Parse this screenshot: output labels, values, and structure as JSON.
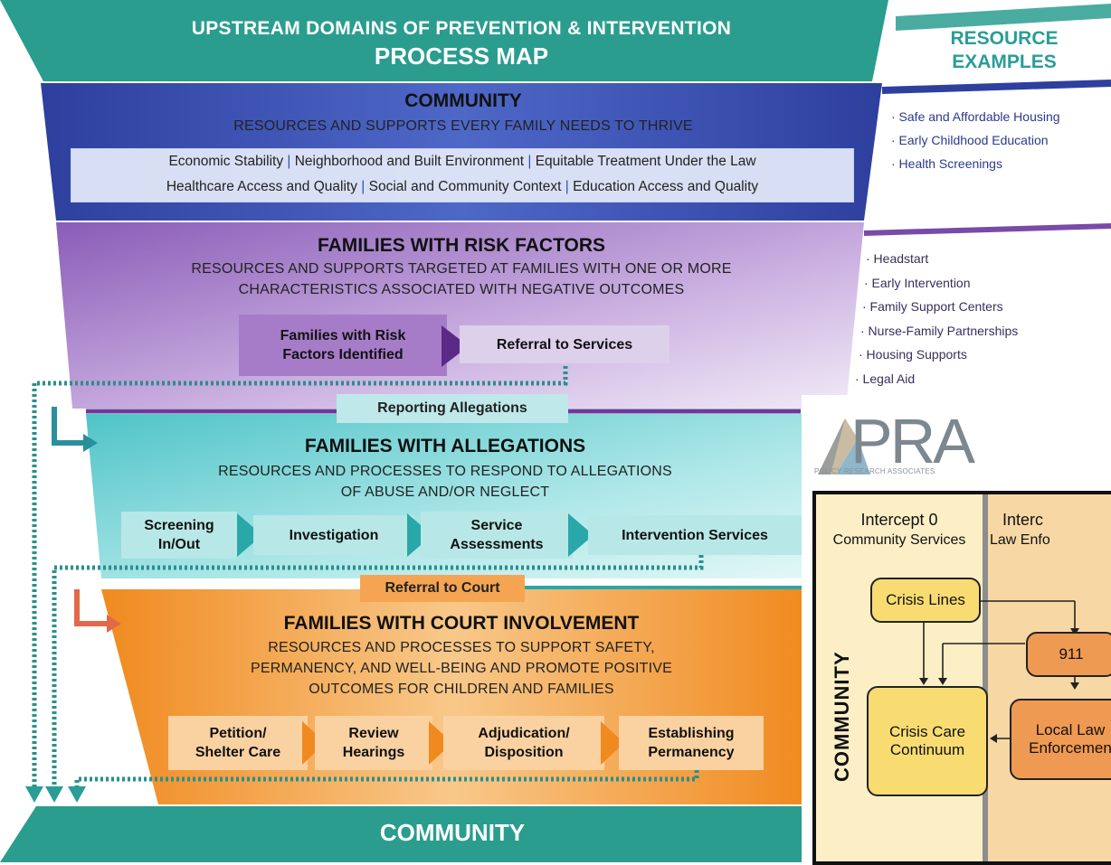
{
  "header": {
    "line1": "UPSTREAM DOMAINS OF PREVENTION & INTERVENTION",
    "line2": "PROCESS MAP"
  },
  "resources_header": {
    "line1": "RESOURCE",
    "line2": "EXAMPLES"
  },
  "community_top": {
    "title": "COMMUNITY",
    "subtitle": "RESOURCES AND SUPPORTS EVERY FAMILY NEEDS TO THRIVE",
    "domains_row1": [
      "Economic Stability",
      "Neighborhood and Built Environment",
      "Equitable Treatment Under the Law"
    ],
    "domains_row2": [
      "Healthcare Access and Quality",
      "Social and Community Context",
      "Education Access and Quality"
    ],
    "resources": [
      "· Safe and Affordable Housing",
      "· Early Childhood Education",
      "· Health Screenings"
    ]
  },
  "risk": {
    "title": "FAMILIES WITH RISK FACTORS",
    "subtitle1": "RESOURCES AND SUPPORTS TARGETED AT FAMILIES WITH ONE OR MORE",
    "subtitle2": "CHARACTERISTICS ASSOCIATED WITH NEGATIVE OUTCOMES",
    "step1_line1": "Families with Risk",
    "step1_line2": "Factors Identified",
    "step2": "Referral to Services",
    "resources": [
      "· Headstart",
      "· Early Intervention",
      "· Family Support Centers",
      "· Nurse-Family Partnerships",
      "· Housing Supports",
      "· Legal Aid"
    ]
  },
  "reporting_label": "Reporting Allegations",
  "allegations": {
    "title": "FAMILIES WITH ALLEGATIONS",
    "subtitle1": "RESOURCES AND PROCESSES TO RESPOND TO ALLEGATIONS",
    "subtitle2": "OF ABUSE AND/OR NEGLECT",
    "steps": [
      {
        "line1": "Screening",
        "line2": "In/Out"
      },
      {
        "line1": "Investigation",
        "line2": ""
      },
      {
        "line1": "Service",
        "line2": "Assessments"
      },
      {
        "line1": "Intervention Services",
        "line2": ""
      }
    ]
  },
  "referral_court_label": "Referral to Court",
  "court": {
    "title": "FAMILIES WITH COURT INVOLVEMENT",
    "subtitle1": "RESOURCES AND PROCESSES TO SUPPORT SAFETY,",
    "subtitle2": "PERMANENCY, AND WELL-BEING AND PROMOTE POSITIVE",
    "subtitle3": "OUTCOMES FOR CHILDREN AND FAMILIES",
    "steps": [
      {
        "line1": "Petition/",
        "line2": "Shelter Care"
      },
      {
        "line1": "Review",
        "line2": "Hearings"
      },
      {
        "line1": "Adjudication/",
        "line2": "Disposition"
      },
      {
        "line1": "Establishing",
        "line2": "Permanency"
      }
    ]
  },
  "community_bottom": "COMMUNITY",
  "pra": {
    "logo_text": "PRA",
    "logo_subtext": "POLICY RESEARCH ASSOCIATES",
    "intercept0_title": "Intercept 0",
    "intercept0_sub": "Community Services",
    "intercept1_title": "Interc",
    "intercept1_sub": "Law Enfo",
    "community_vertical": "COMMUNITY",
    "node_crisis_lines": "Crisis Lines",
    "node_911": "911",
    "node_crisis_care_1": "Crisis Care",
    "node_crisis_care_2": "Continuum",
    "node_law_1": "Local Law",
    "node_law_2": "Enforcemen"
  },
  "colors": {
    "teal": "#2a9d8f",
    "blue": "#2f4fae",
    "purple": "#9a6fc0",
    "aqua": "#6fd0d3",
    "orange": "#f29b3a",
    "arrow_purple": "#5b2a86",
    "arrow_teal": "#2aa7a8",
    "arrow_orange": "#f08a1f"
  }
}
